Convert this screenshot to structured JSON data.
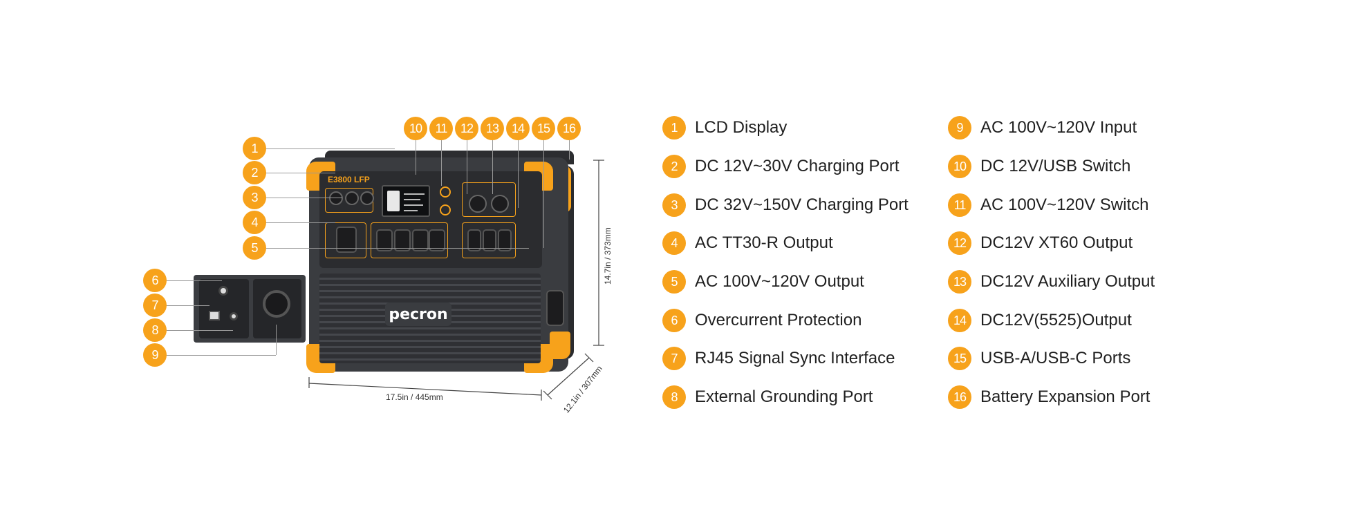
{
  "product": {
    "model": "E3800 LFP",
    "brand": "pecron"
  },
  "dimensions": {
    "width": "17.5in / 445mm",
    "height": "14.7in / 373mm",
    "depth": "12.1in / 307mm"
  },
  "legend": [
    {
      "num": "1",
      "label": "LCD Display"
    },
    {
      "num": "2",
      "label": "DC 12V~30V Charging Port"
    },
    {
      "num": "3",
      "label": "DC 32V~150V Charging Port"
    },
    {
      "num": "4",
      "label": "AC TT30-R Output"
    },
    {
      "num": "5",
      "label": "AC 100V~120V Output"
    },
    {
      "num": "6",
      "label": "Overcurrent Protection"
    },
    {
      "num": "7",
      "label": "RJ45 Signal Sync Interface"
    },
    {
      "num": "8",
      "label": "External Grounding Port"
    },
    {
      "num": "9",
      "label": "AC 100V~120V Input"
    },
    {
      "num": "10",
      "label": "DC 12V/USB Switch"
    },
    {
      "num": "11",
      "label": "AC 100V~120V Switch"
    },
    {
      "num": "12",
      "label": "DC12V XT60 Output"
    },
    {
      "num": "13",
      "label": "DC12V Auxiliary Output"
    },
    {
      "num": "14",
      "label": "DC12V(5525)Output"
    },
    {
      "num": "15",
      "label": "USB-A/USB-C Ports"
    },
    {
      "num": "16",
      "label": "Battery Expansion Port"
    }
  ],
  "colors": {
    "accent": "#f7a21b",
    "body": "#3a3c40"
  }
}
